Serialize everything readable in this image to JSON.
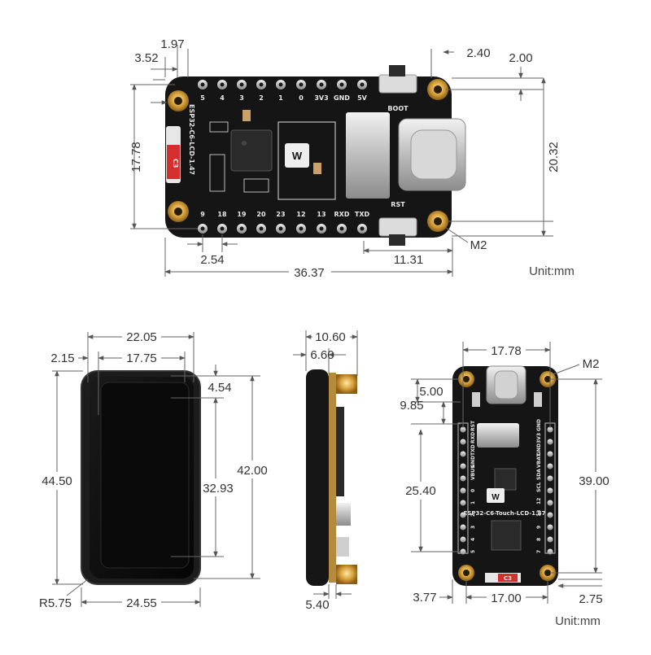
{
  "top_view": {
    "pin_labels_top": [
      "5",
      "4",
      "3",
      "2",
      "1",
      "0",
      "3V3",
      "GND",
      "5V"
    ],
    "pin_labels_bottom": [
      "9",
      "18",
      "19",
      "20",
      "23",
      "12",
      "13",
      "RXD",
      "TXD"
    ],
    "board_name": "ESP32-C6-LCD-1.47",
    "boot_label": "BOOT",
    "rst_label": "RST",
    "c3_label": "C3",
    "dims": {
      "d352": "3.52",
      "d197": "1.97",
      "d240": "2.40",
      "d200": "2.00",
      "d1778": "17.78",
      "d2032": "20.32",
      "d254": "2.54",
      "d3637": "36.37",
      "d1131": "11.31",
      "m2": "M2"
    },
    "unit": "Unit:mm"
  },
  "lcd_view": {
    "dims": {
      "d2205": "22.05",
      "d215": "2.15",
      "d1775": "17.75",
      "d454": "4.54",
      "d4450": "44.50",
      "d3293": "32.93",
      "d4200": "42.00",
      "r575": "R5.75",
      "d2455": "24.55"
    }
  },
  "side_view": {
    "dims": {
      "d1060": "10.60",
      "d660": "6.60",
      "d540": "5.40"
    }
  },
  "back_view": {
    "board_name": "ESP32-C6-Touch-LCD-1.47",
    "c3_label": "C3",
    "left_pins": [
      "RST",
      "RXD",
      "TXD",
      "GND",
      "VBUS",
      "0",
      "1",
      "2",
      "3",
      "4",
      "5"
    ],
    "right_pins": [
      "GND",
      "3V3",
      "GND",
      "VBAT",
      "SDA",
      "SCL",
      "12",
      "13",
      "9",
      "8",
      "7"
    ],
    "dims": {
      "d1778": "17.78",
      "m2": "M2",
      "d500": "5.00",
      "d985": "9.85",
      "d2540": "25.40",
      "d3900": "39.00",
      "d377": "3.77",
      "d1700": "17.00",
      "d275": "2.75"
    },
    "unit": "Unit:mm"
  }
}
